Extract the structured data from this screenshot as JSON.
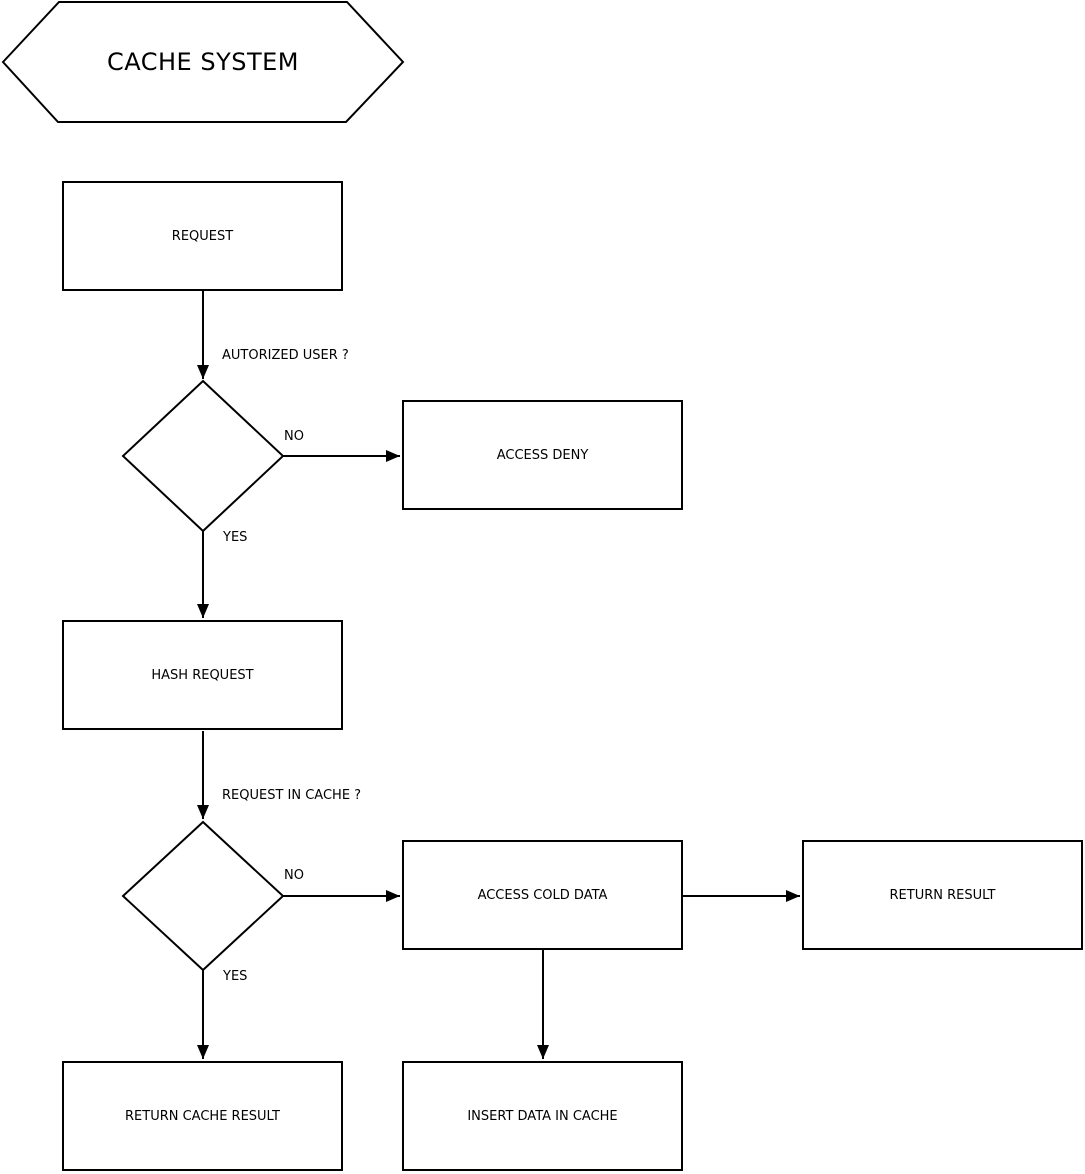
{
  "title": "CACHE SYSTEM",
  "nodes": {
    "request": "REQUEST",
    "access_deny": "ACCESS DENY",
    "hash_request": "HASH REQUEST",
    "access_cold_data": "ACCESS COLD DATA",
    "return_result": "RETURN RESULT",
    "return_cache_result": "RETURN CACHE RESULT",
    "insert_data_in_cache": "INSERT DATA IN CACHE"
  },
  "decision_labels": {
    "authorized_user": "AUTORIZED USER ?",
    "request_in_cache": "REQUEST IN CACHE ?"
  },
  "branch_labels": {
    "decision1_no": "NO",
    "decision1_yes": "YES",
    "decision2_no": "NO",
    "decision2_yes": "YES"
  },
  "colors": {
    "stroke": "#000000",
    "fill": "#ffffff",
    "text": "#000000",
    "background": "#ffffff"
  }
}
